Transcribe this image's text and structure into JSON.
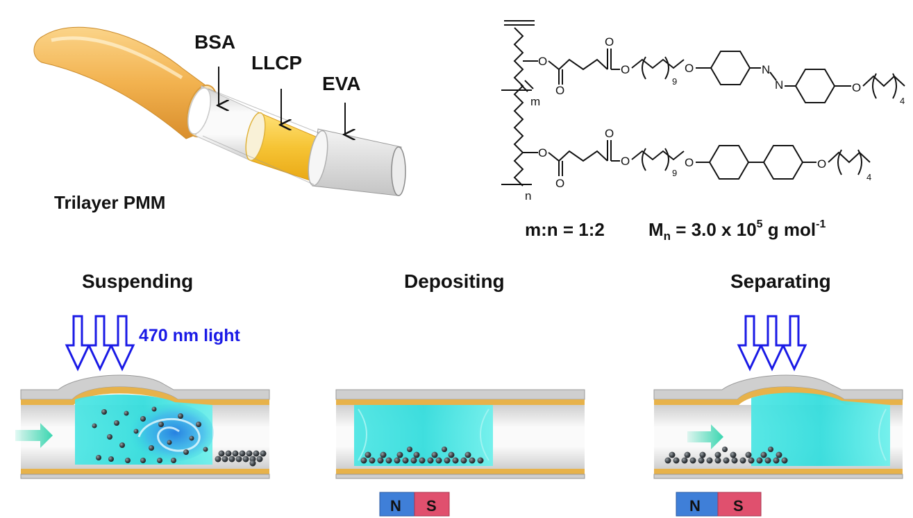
{
  "tube_labels": {
    "bsa": "BSA",
    "llcp": "LLCP",
    "eva": "EVA",
    "device": "Trilayer PMM"
  },
  "polymer": {
    "index_m": "m",
    "index_n": "n",
    "atom_o": "O",
    "atom_n": "N",
    "spacer_repeat": "9",
    "tail_repeat": "4",
    "ratio": "m:n = 1:2",
    "mn_prefix": "M",
    "mn_sub": "n",
    "mn_value": " = 3.0 x 10",
    "mn_exp": "5",
    "mn_unit": " g mol",
    "mn_unit_exp": "-1"
  },
  "panels": [
    {
      "title": "Suspending"
    },
    {
      "title": "Depositing"
    },
    {
      "title": "Separating"
    }
  ],
  "light_label": "470 nm light",
  "magnet": {
    "north": "N",
    "south": "S"
  },
  "colors": {
    "light_arrow": "#1a1ae6",
    "liquid": "#2fe0df",
    "gold_layer": "#e7b24a",
    "magnet_north": "#3f7fd8",
    "magnet_south": "#e0506e",
    "flow_arrow": "#3ad6b0"
  }
}
